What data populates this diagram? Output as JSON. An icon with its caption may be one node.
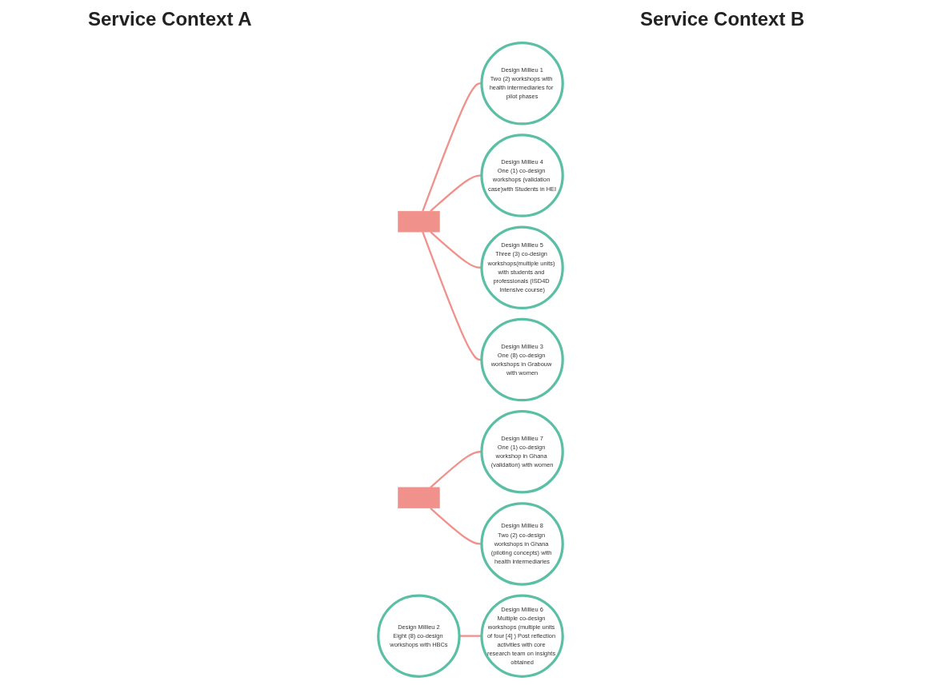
{
  "diagram": {
    "nodes": [
      {
        "text": [
          "Design Millieu 1",
          "Two (2) workshops with health intermediaries for pilot phases"
        ]
      },
      {
        "text": [],
        "shape": "bar"
      },
      {
        "text": [
          "Design Millieu 4",
          "One (1) co-design workshops (validation case)with Students in HEI"
        ]
      },
      {
        "text": [],
        "shape": "bar"
      },
      {
        "text": [
          "Design Millieu 7",
          "One (1) co-design workshop in Ghana (validation) with women"
        ]
      },
      {
        "text": [
          "Design Millieu 2",
          "Eight (8) co-design workshops with HBCs"
        ]
      },
      {
        "text": [
          "Design Millieu 6",
          "Multiple co-design workshops (multiple units of four [4] ) Post reflection activities with core research team on insights obtained"
        ]
      },
      {
        "text": [
          "Design Millieu 5",
          "Three (3) co-design workshops(multiple units) with students and professionals (ISD4D Intensive course)"
        ]
      },
      {
        "text": [
          "Design Millieu 8",
          "Two (2) co-design workshops in Ghana (piloting concepts) with health intermediaries"
        ]
      },
      {
        "text": [
          "Design Millieu 3",
          "One (8) co-design workshops in Grabouw with women"
        ]
      }
    ],
    "edges": [
      {
        "from": 1,
        "to": 0,
        "arrow": "none"
      },
      {
        "from": 1,
        "to": 2,
        "arrow": "none"
      },
      {
        "from": 5,
        "to": 6,
        "arrow": "none"
      },
      {
        "from": 1,
        "to": 7,
        "arrow": "none"
      },
      {
        "from": 1,
        "to": 9,
        "arrow": "none"
      },
      {
        "from": 3,
        "to": 4,
        "arrow": "none"
      },
      {
        "from": 3,
        "to": 8,
        "arrow": "none"
      }
    ],
    "labels": [
      "Service Context A",
      "Service Context B"
    ]
  }
}
